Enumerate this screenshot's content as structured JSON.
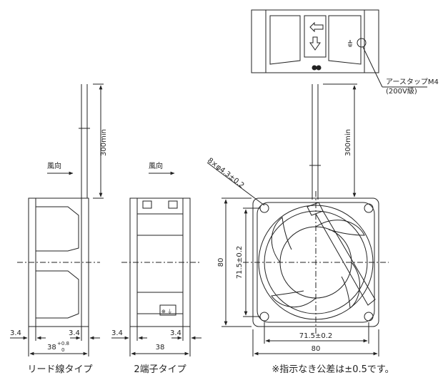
{
  "top_view": {
    "earth_tap_label": "アースタップM4",
    "earth_tap_note": "(200V級)"
  },
  "dims": {
    "cable_length": "300min",
    "airflow_left": "風向",
    "airflow_mid": "風向",
    "side_left_a": "3.4",
    "side_left_b": "3.4",
    "depth_lead": "38",
    "depth_lead_tol_upper": "+0.8",
    "depth_lead_tol_lower": "0",
    "side_mid_a": "3.4",
    "side_mid_b": "3.4",
    "depth_terminal": "38",
    "hole_spec": "8×φ4.3±0.2",
    "height_outer": "80",
    "height_pitch": "71.5±0.2",
    "width_pitch": "71.5±0.2",
    "width_outer": "80",
    "terminal_marks": "⊕ ⏚"
  },
  "captions": {
    "lead_type": "リード線タイプ",
    "terminal_type": "2端子タイプ",
    "tolerance_note": "※指示なき公差は±0.5です。"
  }
}
